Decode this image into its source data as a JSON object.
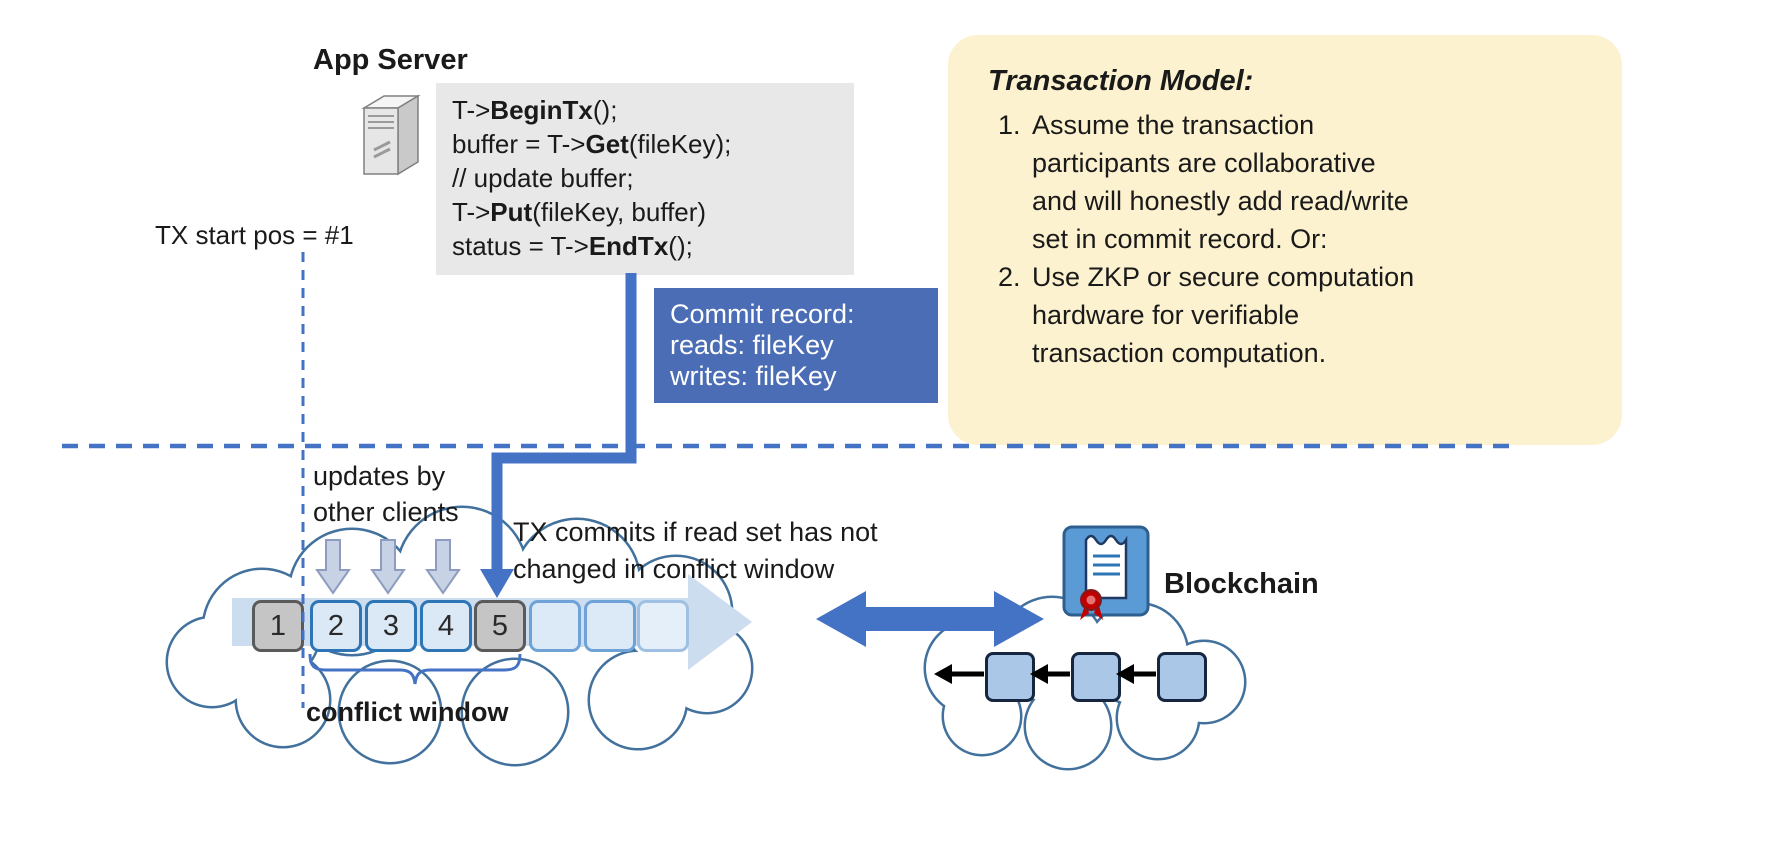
{
  "colors": {
    "accent_blue": "#4472C4",
    "commit_box_bg": "#4A6DB5",
    "note_bg": "#FCF2CF",
    "code_bg": "#E9E8E8",
    "cloud_outline": "#41719C",
    "block_blue_fill": "#DBE8F5",
    "block_blue_border": "#2E75B6",
    "block_gray_fill": "#C6C5C5",
    "chain_block_fill": "#AAC7E8",
    "seal_red": "#C00000"
  },
  "app_server": {
    "title": "App Server",
    "icon": "server-icon",
    "code_lines": [
      {
        "pre": "T->",
        "bold": "BeginTx",
        "post": "();"
      },
      {
        "pre": "buffer = T->",
        "bold": "Get",
        "post": "(fileKey);"
      },
      {
        "pre": "// update buffer;",
        "bold": "",
        "post": ""
      },
      {
        "pre": "T->",
        "bold": "Put",
        "post": "(fileKey, buffer)"
      },
      {
        "pre": "status = T->",
        "bold": "EndTx",
        "post": "();"
      }
    ]
  },
  "commit_record": {
    "lines": [
      "Commit record:",
      "reads: fileKey",
      "writes: fileKey"
    ]
  },
  "note": {
    "title": "Transaction Model:",
    "items": [
      "Assume the transaction\nparticipants are collaborative\nand will honestly add read/write\nset in commit record.  Or:",
      "Use ZKP or secure computation\nhardware for verifiable\ntransaction computation."
    ]
  },
  "timeline": {
    "tx_start_label": "TX start pos = #1",
    "updates_label": "updates by\nother clients",
    "tx_commit_label": "TX commits if read set has not\nchanged in conflict window",
    "conflict_window_label": "conflict window"
  },
  "ledger": {
    "blocks": [
      {
        "label": "1",
        "style": "gray"
      },
      {
        "label": "2",
        "style": "blue"
      },
      {
        "label": "3",
        "style": "blue"
      },
      {
        "label": "4",
        "style": "blue"
      },
      {
        "label": "5",
        "style": "gray"
      },
      {
        "label": "",
        "style": "empty"
      },
      {
        "label": "",
        "style": "empty"
      },
      {
        "label": "",
        "style": "empty"
      }
    ]
  },
  "blockchain": {
    "label": "Blockchain",
    "icon": "certificate-icon",
    "chain_block_count": 3
  }
}
